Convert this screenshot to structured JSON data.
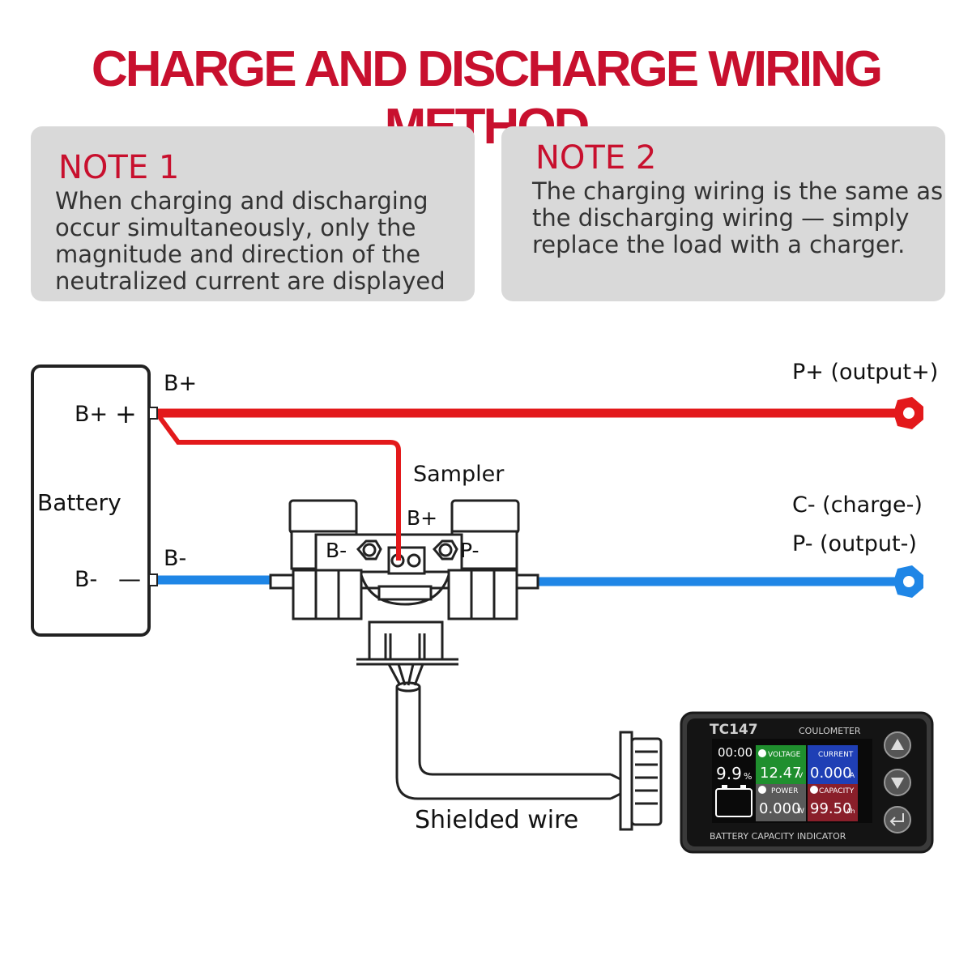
{
  "title": "CHARGE AND DISCHARGE WIRING METHOD",
  "note1": {
    "heading": "NOTE 1",
    "lines": [
      "When charging and discharging",
      "occur simultaneously, only the",
      "magnitude and direction of the",
      "neutralized current are displayed"
    ]
  },
  "note2": {
    "heading": "NOTE 2",
    "lines": [
      "The charging wiring is the same as",
      "the discharging wiring — simply",
      "replace the load with a charger."
    ]
  },
  "diagram": {
    "battery_label": "Battery",
    "battery_pos": "B+",
    "battery_neg": "B-",
    "plus_sign": "+",
    "minus_sign": "—",
    "wire_pos_label": "B+",
    "wire_neg_label": "B-",
    "output_pos": "P+ (output+)",
    "charge_neg": "C- (charge-)",
    "output_neg": "P- (output-)",
    "sampler_label": "Sampler",
    "sampler_bplus": "B+",
    "sampler_bminus": "B-",
    "sampler_pminus": "P-",
    "shielded_wire": "Shielded wire",
    "colors": {
      "positive": "#e3191b",
      "negative": "#1f86e6"
    }
  },
  "device": {
    "model": "TC147",
    "type": "COULOMETER",
    "time": "00:00",
    "percent": "9.9",
    "percent_unit": "%",
    "voltage_label": "VOLTAGE",
    "voltage_value": "12.47",
    "voltage_unit": "V",
    "current_label": "CURRENT",
    "current_value": "0.000",
    "current_unit": "A",
    "power_label": "POWER",
    "power_value": "0.000",
    "power_unit": "W",
    "capacity_label": "CAPACITY",
    "capacity_value": "99.50",
    "capacity_unit": "Ah",
    "footer": "BATTERY CAPACITY INDICATOR"
  }
}
